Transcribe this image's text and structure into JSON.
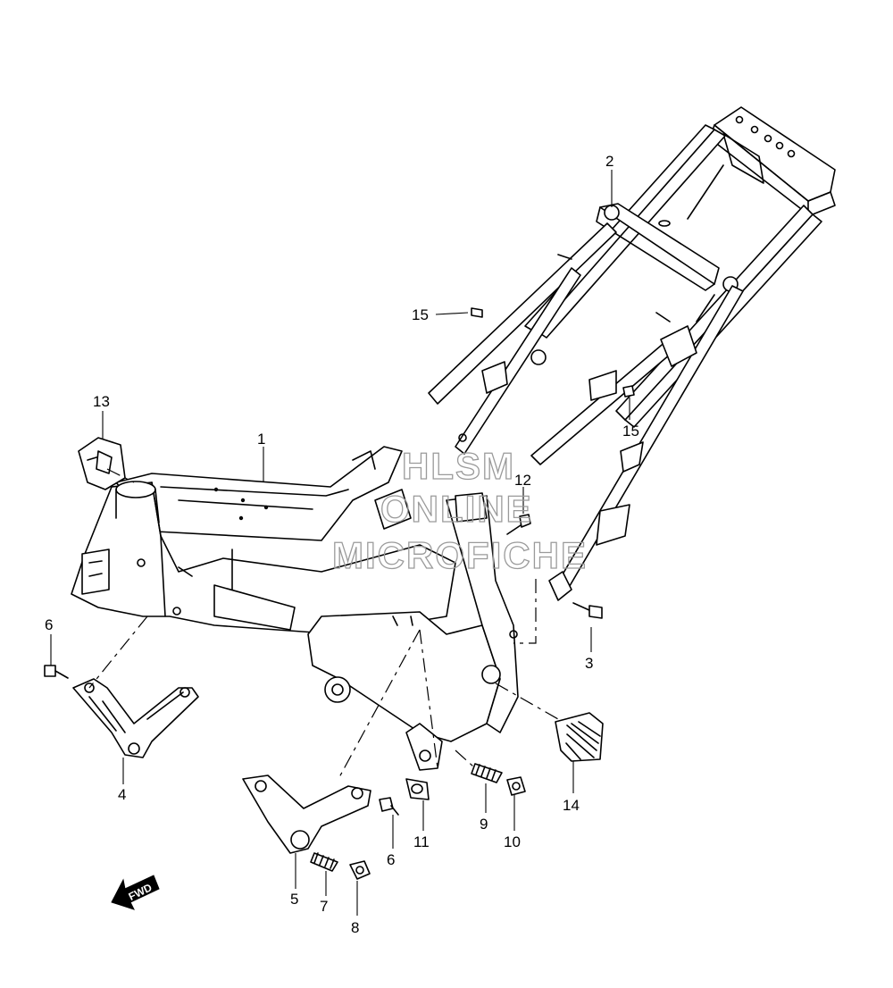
{
  "callouts": [
    {
      "id": "1",
      "label": "1"
    },
    {
      "id": "2",
      "label": "2"
    },
    {
      "id": "3",
      "label": "3"
    },
    {
      "id": "4",
      "label": "4"
    },
    {
      "id": "5",
      "label": "5"
    },
    {
      "id": "6a",
      "label": "6"
    },
    {
      "id": "6b",
      "label": "6"
    },
    {
      "id": "7",
      "label": "7"
    },
    {
      "id": "8",
      "label": "8"
    },
    {
      "id": "9",
      "label": "9"
    },
    {
      "id": "10",
      "label": "10"
    },
    {
      "id": "11",
      "label": "11"
    },
    {
      "id": "12",
      "label": "12"
    },
    {
      "id": "13",
      "label": "13"
    },
    {
      "id": "14",
      "label": "14"
    },
    {
      "id": "15a",
      "label": "15"
    },
    {
      "id": "15b",
      "label": "15"
    }
  ],
  "watermark": {
    "line1": "HLSM",
    "line2": "ONLINE",
    "line3": "MICROFICHE"
  },
  "fwd_label": "FWD"
}
